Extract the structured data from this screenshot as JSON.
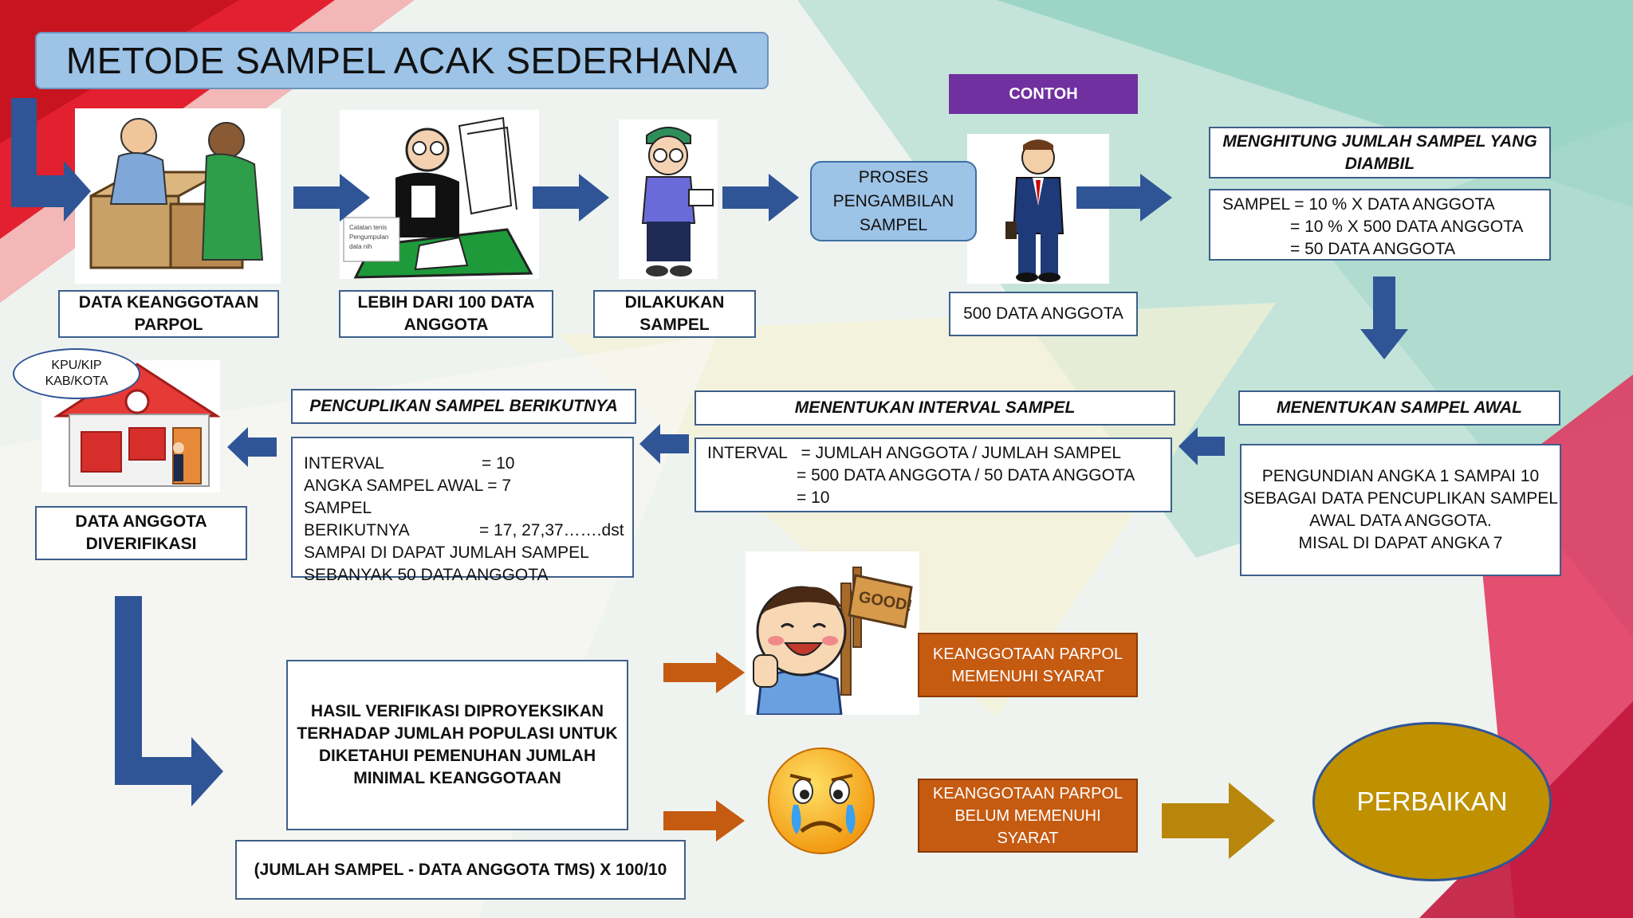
{
  "title": "METODE SAMPEL ACAK SEDERHANA",
  "contoh_label": "CONTOH",
  "top_row": {
    "box1": [
      "DATA KEANGGOTAAN",
      "PARPOL"
    ],
    "box2": [
      "LEBIH DARI 100 DATA",
      "ANGGOTA"
    ],
    "box3": [
      "DILAKUKAN",
      "SAMPEL"
    ],
    "proses": [
      "PROSES",
      "PENGAMBILAN",
      "SAMPEL"
    ],
    "anggota_500": "500 DATA ANGGOTA",
    "paper_scribble": [
      "Catatan tenis",
      "Pengumpulan",
      "data nih"
    ]
  },
  "menghitung": {
    "title": [
      "MENGHITUNG  JUMLAH SAMPEL YANG",
      "DIAMBIL"
    ],
    "lines": [
      "SAMPEL = 10 % X DATA ANGGOTA",
      "= 10 % X 500 DATA ANGGOTA",
      "= 50 DATA ANGGOTA"
    ]
  },
  "sampel_awal": {
    "title": "MENENTUKAN SAMPEL AWAL",
    "lines": [
      "PENGUNDIAN ANGKA 1 SAMPAI 10",
      "SEBAGAI DATA PENCUPLIKAN SAMPEL",
      "AWAL DATA ANGGOTA.",
      "MISAL DI DAPAT ANGKA 7"
    ]
  },
  "interval": {
    "title": "MENENTUKAN INTERVAL SAMPEL",
    "lines": [
      "INTERVAL   = JUMLAH ANGGOTA / JUMLAH SAMPEL",
      "= 500 DATA ANGGOTA / 50 DATA ANGGOTA",
      "= 10"
    ]
  },
  "pencuplikan": {
    "title": "PENCUPLIKAN SAMPEL BERIKUTNYA",
    "rows": [
      {
        "label": "INTERVAL",
        "value": "= 10"
      },
      {
        "label": "ANGKA SAMPEL AWAL",
        "value": "= 7"
      },
      {
        "label": "SAMPEL BERIKUTNYA",
        "value": "= 17, 27,37…….dst"
      }
    ],
    "extra": [
      "SAMPAI DI DAPAT JUMLAH SAMPEL",
      "SEBANYAK 50 DATA ANGGOTA"
    ]
  },
  "kpu": [
    "KPU/KIP",
    "KAB/KOTA"
  ],
  "data_verif": [
    "DATA ANGGOTA",
    "DIVERIFIKASI"
  ],
  "hasil": [
    "HASIL VERIFIKASI DIPROYEKSIKAN",
    "TERHADAP JUMLAH POPULASI UNTUK",
    "DIKETAHUI PEMENUHAN JUMLAH",
    "MINIMAL KEANGGOTAAN"
  ],
  "rumus": "(JUMLAH SAMPEL - DATA ANGGOTA TMS) X 100/10",
  "good_sign": "GOOD!",
  "memenuhi": [
    "KEANGGOTAAN PARPOL",
    "MEMENUHI SYARAT"
  ],
  "belum": [
    "KEANGGOTAAN PARPOL",
    "BELUM MEMENUHI",
    "SYARAT"
  ],
  "perbaikan": "PERBAIKAN",
  "colors": {
    "arrow_blue": "#2f5597",
    "arrow_orange": "#c55a11",
    "arrow_gold": "#b8860b",
    "title_bg": "#9dc3e6",
    "contoh_bg": "#7030a0",
    "orange_box": "#c55a11",
    "perbaikan_bg": "#bf9000",
    "proses_bg": "#9dc3e6"
  }
}
